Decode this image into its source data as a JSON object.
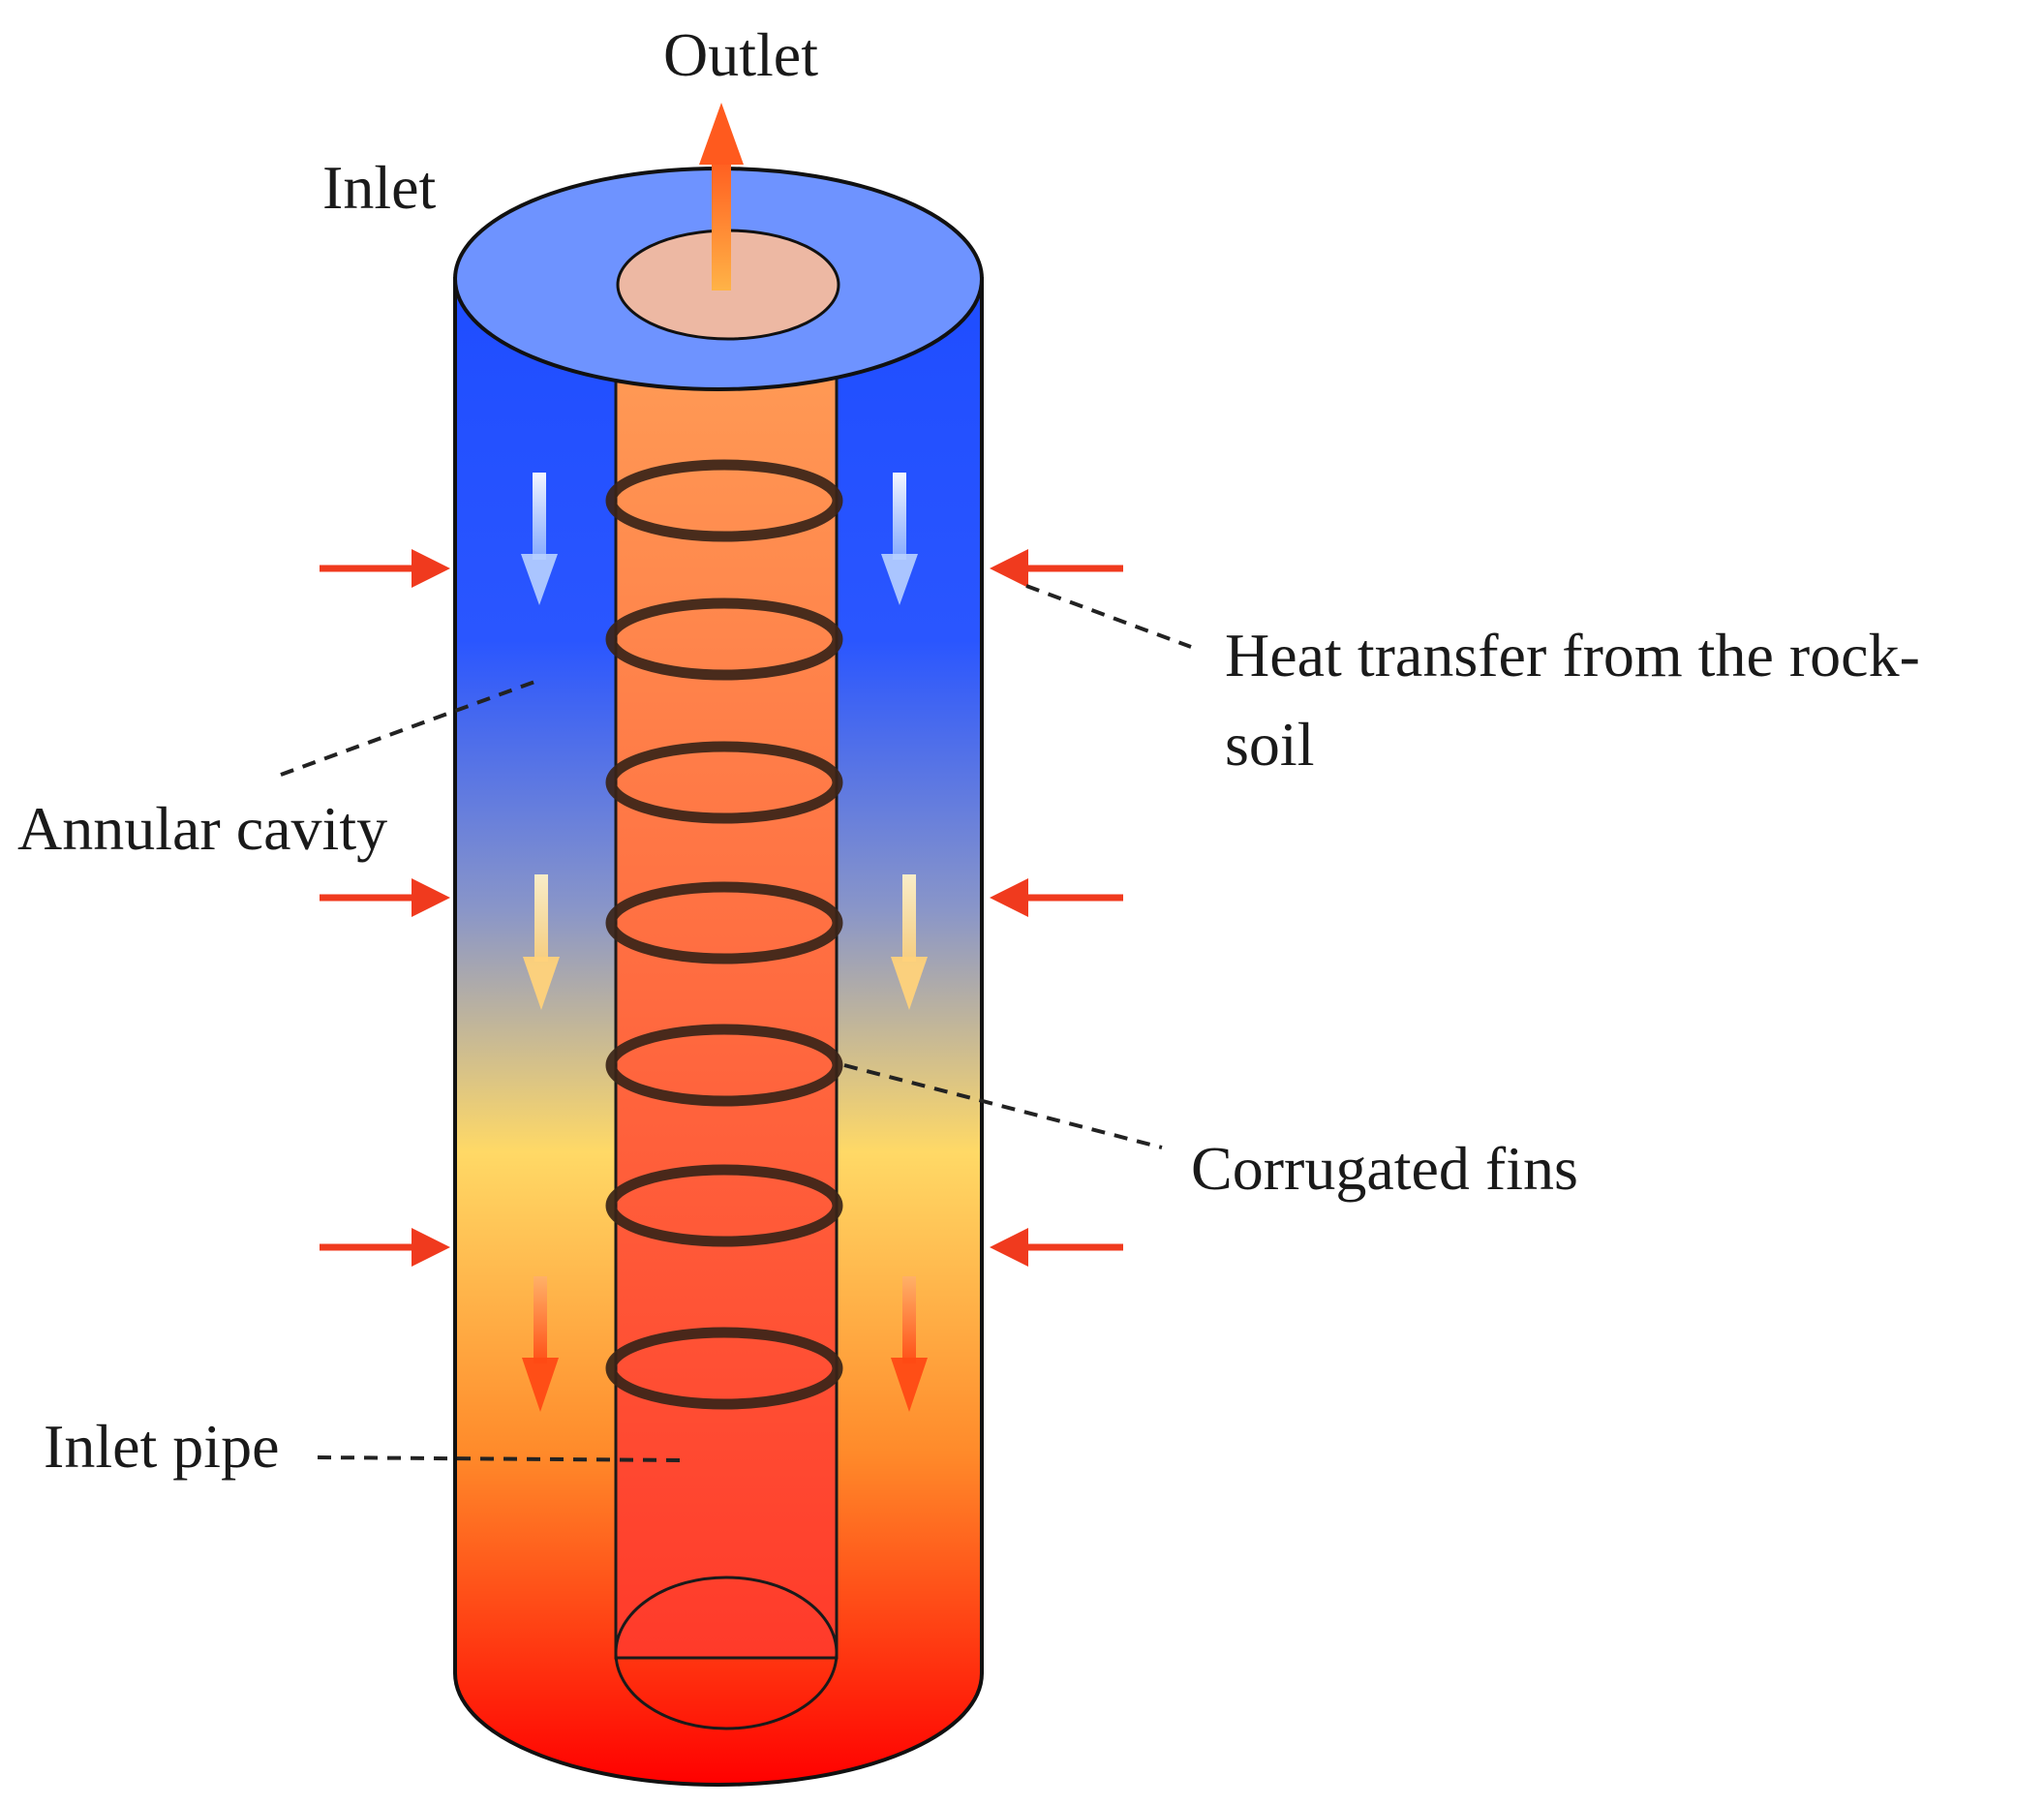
{
  "labels": {
    "outlet": "Outlet",
    "inlet": "Inlet",
    "heat_transfer_line1": "Heat transfer from the rock-",
    "heat_transfer_line2": "soil",
    "annular_cavity": "Annular cavity",
    "corrugated_fins": "Corrugated fins",
    "inlet_pipe": "Inlet pipe"
  },
  "colors": {
    "annulus_top": "#1f4dff",
    "annulus_mid": "#ffd966",
    "annulus_bottom": "#ff0000",
    "cap_top": "#6e93ff",
    "inner_disc": "#edb8a3",
    "inner_pipe_top": "#ff9a55",
    "inner_pipe_bottom": "#ff3a2a",
    "heat_arrow": "#f03a1e",
    "outlet_arrow_top": "#ff5a1e",
    "outlet_arrow_bottom": "#ffb347",
    "flow_arrow_cool": "#e6f1ff",
    "flow_arrow_warm": "#ffe2a0",
    "flow_arrow_hot": "#ff5a1e",
    "fin_stroke": "#3a2418"
  },
  "icons": {
    "heat_arrows": "arrow-right-icon / arrow-left-icon",
    "flow_arrows": "arrow-down-icon",
    "outlet_arrow": "arrow-up-icon"
  }
}
